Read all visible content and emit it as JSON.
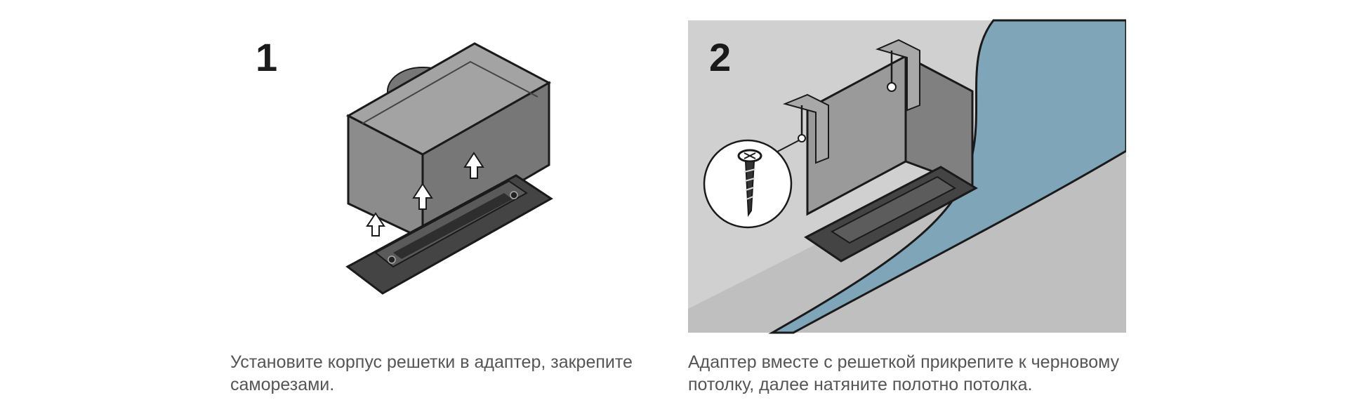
{
  "steps": [
    {
      "number": "1",
      "caption_lines": [
        "Установите корпус решетки в адаптер, закрепите",
        "саморезами."
      ]
    },
    {
      "number": "2",
      "caption_lines": [
        "Адаптер вместе с решеткой прикрепите к черновому",
        "потолку, далее натяните полотно потолка."
      ]
    }
  ],
  "colors": {
    "housing": "#8f8f8f",
    "housing_dark": "#6e6e6e",
    "frame": "#3f3f3f",
    "ceiling_bg": "#d0d0d0",
    "ceiling_film": "#7ea6b8",
    "outline": "#1a1a1a"
  },
  "icons": [
    "up-arrow-icon",
    "screw-icon"
  ]
}
